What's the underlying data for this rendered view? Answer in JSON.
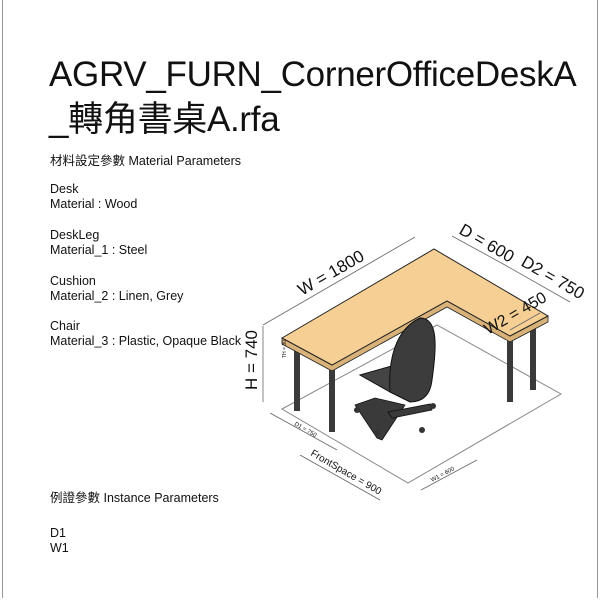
{
  "title": {
    "line1": "AGRV_FURN_CornerOfficeDeskA",
    "line2": "_轉角書桌A.rfa"
  },
  "material_section": {
    "heading": "材料設定參數 Material Parameters",
    "groups": [
      {
        "name": "Desk",
        "param": "Material :  Wood"
      },
      {
        "name": "DeskLeg",
        "param": "Material_1 :  Steel"
      },
      {
        "name": "Cushion",
        "param": "Material_2 :  Linen, Grey"
      },
      {
        "name": "Chair",
        "param": "Material_3 :  Plastic, Opaque Black"
      }
    ]
  },
  "instance_section": {
    "heading": "例證參數 Instance Parameters",
    "params": [
      "D1",
      "W1"
    ]
  },
  "dimensions": {
    "w": "W = 1800",
    "d": "D = 600",
    "d2": "D2 = 750",
    "w2": "W2 = 450",
    "h": "H = 740",
    "th": "TH = 30",
    "d1": "D1 = 750",
    "frontspace": "FrontSpace = 900",
    "w1": "W1 = 600"
  },
  "colors": {
    "desk_top": "#f5cf93",
    "desk_edge": "#d9b27a",
    "leg": "#3a3a3a",
    "chair": "#3c3c3c"
  }
}
